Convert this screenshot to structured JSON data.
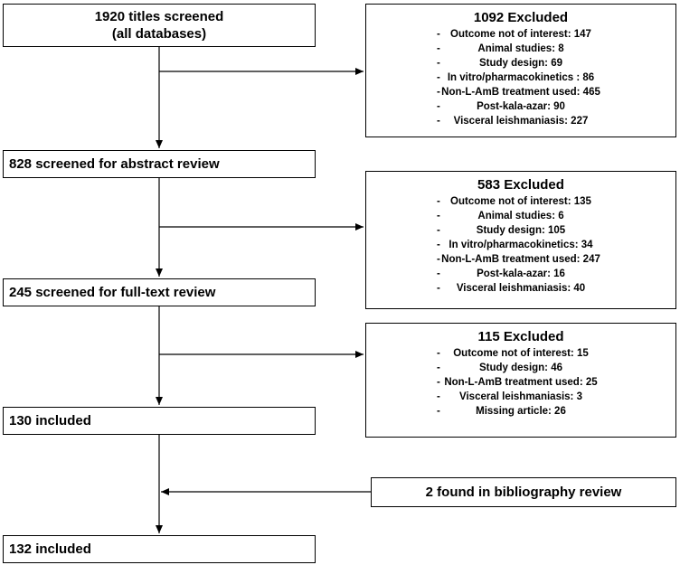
{
  "main_flow": {
    "titles_screened": {
      "line1": "1920 titles screened",
      "line2": "(all databases)"
    },
    "abstract_review": "828 screened for abstract review",
    "fulltext_review": "245 screened for full-text review",
    "included_1": "130 included",
    "included_final": "132 included"
  },
  "exclusions": [
    {
      "title": "1092 Excluded",
      "items": [
        "Outcome not of interest: 147",
        "Animal studies: 8",
        "Study design: 69",
        "In vitro/pharmacokinetics : 86",
        "Non-L-AmB treatment used: 465",
        "Post-kala-azar: 90",
        "Visceral leishmaniasis: 227"
      ]
    },
    {
      "title": "583 Excluded",
      "items": [
        "Outcome not of interest: 135",
        "Animal studies: 6",
        "Study design: 105",
        "In vitro/pharmacokinetics: 34",
        "Non-L-AmB treatment used: 247",
        "Post-kala-azar: 16",
        "Visceral leishmaniasis: 40"
      ]
    },
    {
      "title": "115 Excluded",
      "items": [
        "Outcome not of interest: 15",
        "Study design: 46",
        "Non-L-AmB treatment used: 25",
        "Visceral leishmaniasis: 3",
        "Missing article: 26"
      ]
    }
  ],
  "bibliography": "2 found in bibliography review",
  "bullet": "-"
}
